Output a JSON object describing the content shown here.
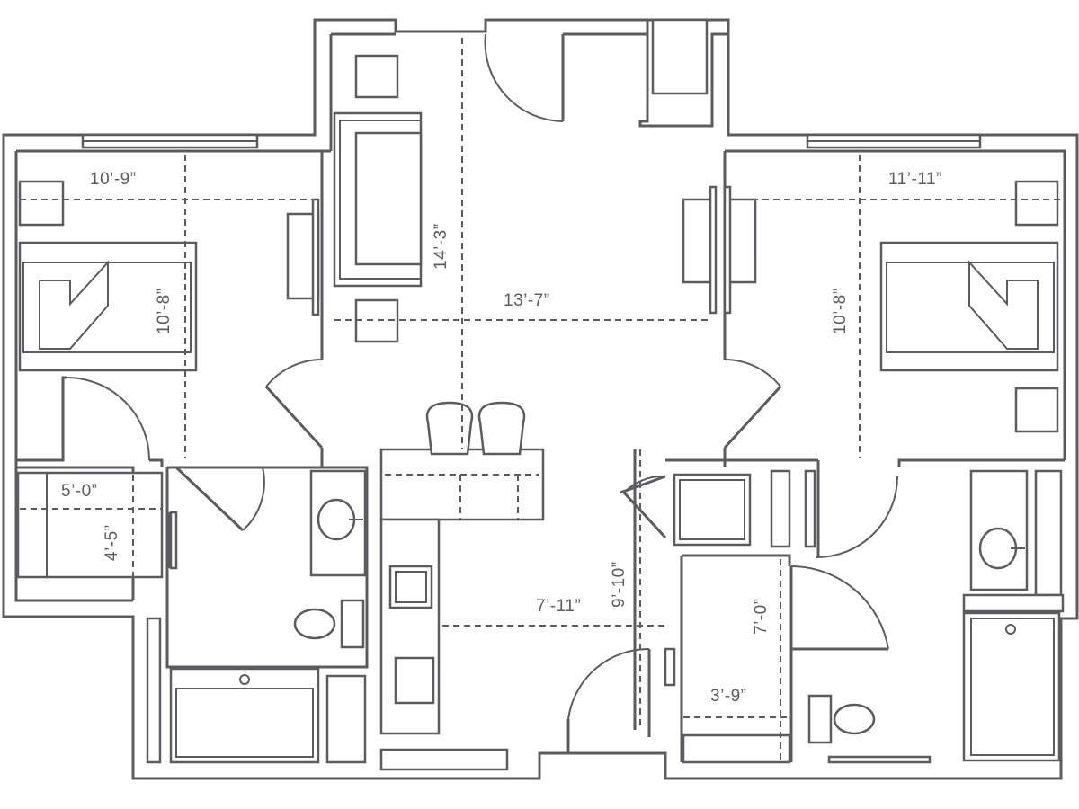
{
  "floorplan": {
    "colors": {
      "line": "#5b5b60",
      "background": "#ffffff"
    },
    "dimensions": {
      "bedroom_left_width": "10’-9”",
      "bedroom_left_depth": "10’-8”",
      "living_depth": "14’-3”",
      "living_width": "13’-7”",
      "bedroom_right_width": "11’-11”",
      "bedroom_right_depth": "10’-8”",
      "closet_left_width": "5’-0”",
      "closet_left_depth": "4’-5”",
      "kitchen_width": "7’-11”",
      "kitchen_depth": "9’-10”",
      "closet_right_depth": "7’-0”",
      "closet_right_width": "3’-9”"
    }
  }
}
